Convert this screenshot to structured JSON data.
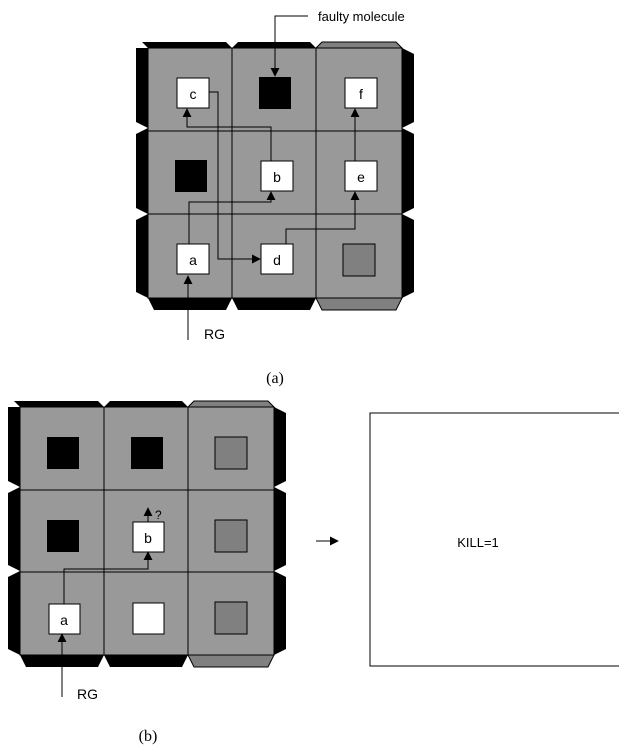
{
  "diagram_a": {
    "annotation": "faulty molecule",
    "input_label": "RG",
    "cells": {
      "c": "c",
      "f": "f",
      "b": "b",
      "e": "e",
      "a": "a",
      "d": "d"
    },
    "caption": "(a)"
  },
  "diagram_b": {
    "input_label": "RG",
    "cells": {
      "b": "b",
      "a": "a"
    },
    "question_mark": "?",
    "result_text": "KILL=1",
    "caption": "(b)"
  },
  "colors": {
    "cell_fill": "#999999",
    "faulty": "#000000",
    "spare_border": "#808080",
    "spare_box": "#808080",
    "frame": "#000000"
  }
}
